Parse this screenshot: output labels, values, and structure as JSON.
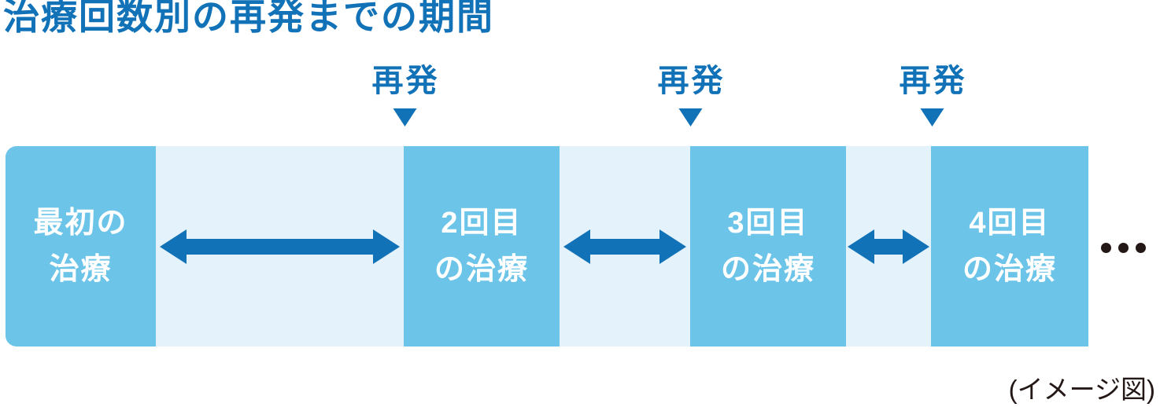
{
  "title": "治療回数別の再発までの期間",
  "caption": "(イメージ図)",
  "colors": {
    "accent_blue": "#1272b8",
    "block_blue": "#6cc5e9",
    "band_background": "#e3f2fb",
    "dark_text": "#231815"
  },
  "markers": [
    {
      "label": "再発",
      "points_to": "2回目の治療"
    },
    {
      "label": "再発",
      "points_to": "3回目の治療"
    },
    {
      "label": "再発",
      "points_to": "4回目の治療"
    }
  ],
  "timeline": {
    "blocks": [
      {
        "line1": "最初の",
        "line2": "治療"
      },
      {
        "line1": "2回目",
        "line2": "の治療"
      },
      {
        "line1": "3回目",
        "line2": "の治療"
      },
      {
        "line1": "4回目",
        "line2": "の治療"
      }
    ],
    "intervals": [
      {
        "relative_length": "long"
      },
      {
        "relative_length": "medium"
      },
      {
        "relative_length": "short"
      }
    ],
    "continues": true
  }
}
